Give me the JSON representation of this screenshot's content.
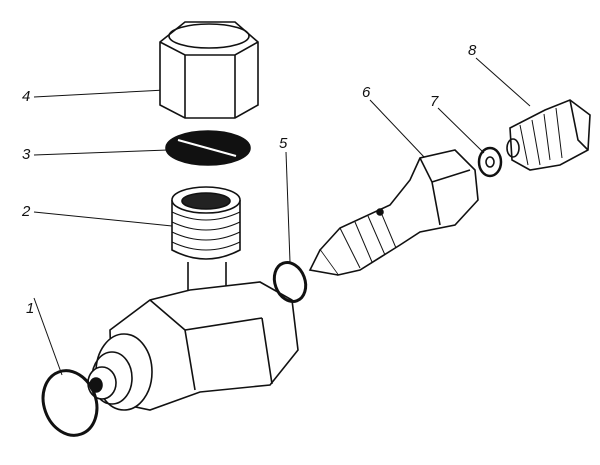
{
  "diagram": {
    "type": "exploded-view",
    "labels": [
      {
        "id": "1",
        "text": "1"
      },
      {
        "id": "2",
        "text": "2"
      },
      {
        "id": "3",
        "text": "3"
      },
      {
        "id": "4",
        "text": "4"
      },
      {
        "id": "5",
        "text": "5"
      },
      {
        "id": "6",
        "text": "6"
      },
      {
        "id": "7",
        "text": "7"
      },
      {
        "id": "8",
        "text": "8"
      }
    ]
  }
}
